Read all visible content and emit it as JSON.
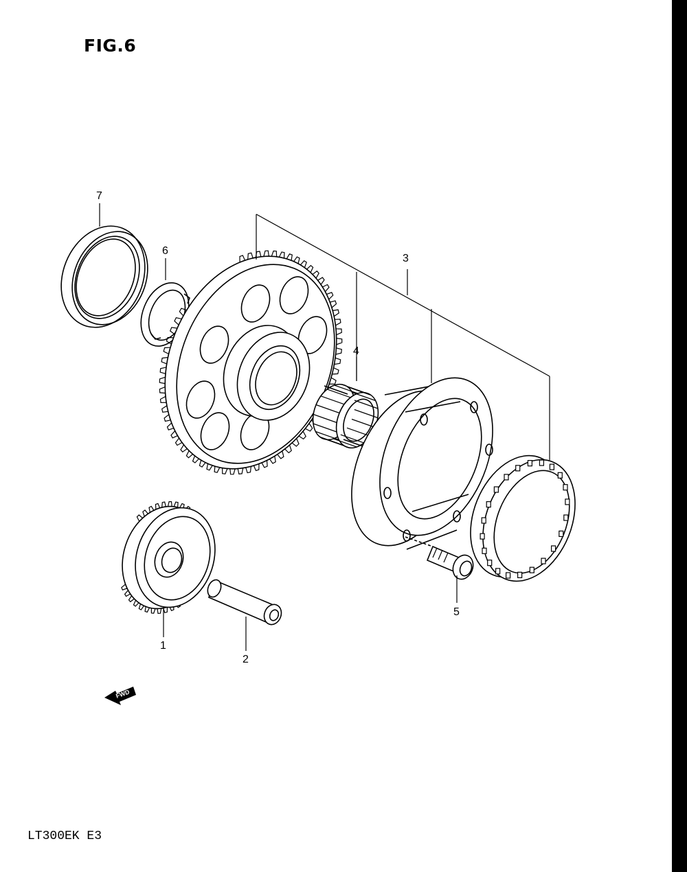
{
  "figure": {
    "title": "FIG.6"
  },
  "model_code": "LT300EK  E3",
  "callouts": [
    {
      "id": "1",
      "label": "1"
    },
    {
      "id": "2",
      "label": "2"
    },
    {
      "id": "3",
      "label": "3"
    },
    {
      "id": "4",
      "label": "4"
    },
    {
      "id": "5",
      "label": "5"
    },
    {
      "id": "6",
      "label": "6"
    },
    {
      "id": "7",
      "label": "7"
    }
  ],
  "direction_arrow": {
    "label": "FWD"
  },
  "colors": {
    "ink": "#000000",
    "paper": "#ffffff"
  }
}
